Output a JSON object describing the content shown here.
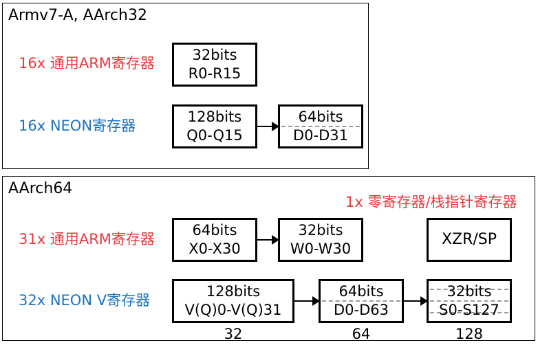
{
  "colors": {
    "gp_label": "#e8393d",
    "neon_label": "#1a73c2",
    "box_border": "#000000",
    "divider": "#9a9a9a"
  },
  "top_panel": {
    "title": "Armv7-A, AArch32",
    "gp": {
      "label": "16x 通用ARM寄存器",
      "box": {
        "bits": "32bits",
        "range": "R0-R15"
      }
    },
    "neon": {
      "label": "16x NEON寄存器",
      "q_box": {
        "bits": "128bits",
        "range": "Q0-Q15"
      },
      "d_box": {
        "bits": "64bits",
        "range": "D0-D31"
      }
    }
  },
  "bottom_panel": {
    "title": "AArch64",
    "zero_sp_label": "1x 零寄存器/栈指针寄存器",
    "gp": {
      "label": "31x 通用ARM寄存器",
      "x_box": {
        "bits": "64bits",
        "range": "X0-X30"
      },
      "w_box": {
        "bits": "32bits",
        "range": "W0-W30"
      },
      "zr_box": {
        "text": "XZR/SP"
      }
    },
    "neon": {
      "label": "32x NEON V寄存器",
      "v_box": {
        "bits": "128bits",
        "range": "V(Q)0-V(Q)31",
        "count": "32"
      },
      "d_box": {
        "bits": "64bits",
        "range": "D0-D63",
        "count": "64"
      },
      "s_box": {
        "bits": "32bits",
        "range": "S0-S127",
        "count": "128"
      }
    }
  }
}
